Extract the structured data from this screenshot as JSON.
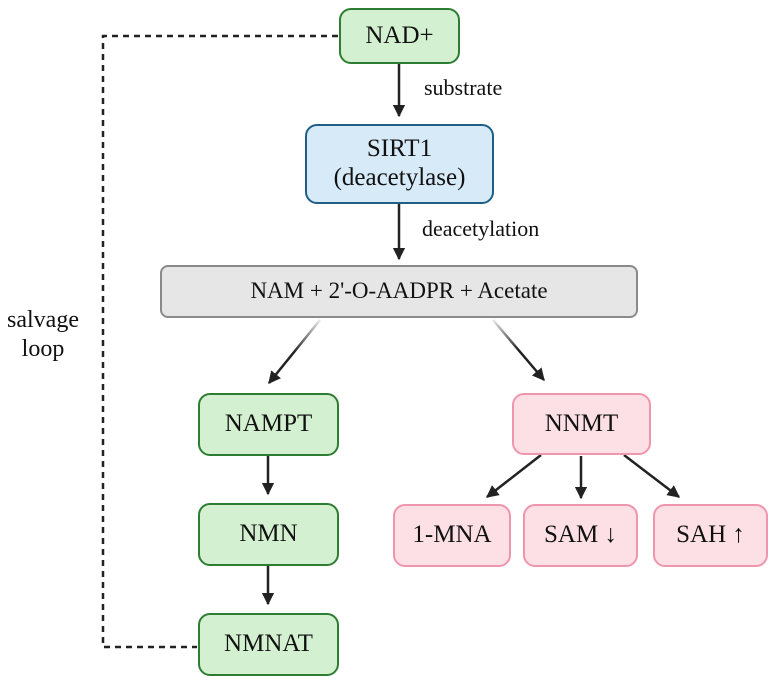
{
  "nodes": {
    "nad": "NAD+",
    "sirt1_line1": "SIRT1",
    "sirt1_line2": "(deacetylase)",
    "products": "NAM + 2'-O-AADPR + Acetate",
    "nampt": "NAMPT",
    "nmn": "NMN",
    "nmnat": "NMNAT",
    "nnmt": "NNMT",
    "mna": "1-MNA",
    "sam": "SAM ↓",
    "sah": "SAH ↑"
  },
  "edge_labels": {
    "substrate": "substrate",
    "deacetylation": "deacetylation"
  },
  "side_label": {
    "line1": "salvage",
    "line2": "loop"
  },
  "colors": {
    "green_fill": "#d3f0d0",
    "green_border": "#2e7d32",
    "blue_fill": "#d6eaf8",
    "blue_border": "#1f5f86",
    "gray_fill": "#e6e6e6",
    "gray_border": "#8a8a8a",
    "pink_fill": "#fde0e6",
    "pink_border": "#ef95ad",
    "arrow": "#222222"
  }
}
